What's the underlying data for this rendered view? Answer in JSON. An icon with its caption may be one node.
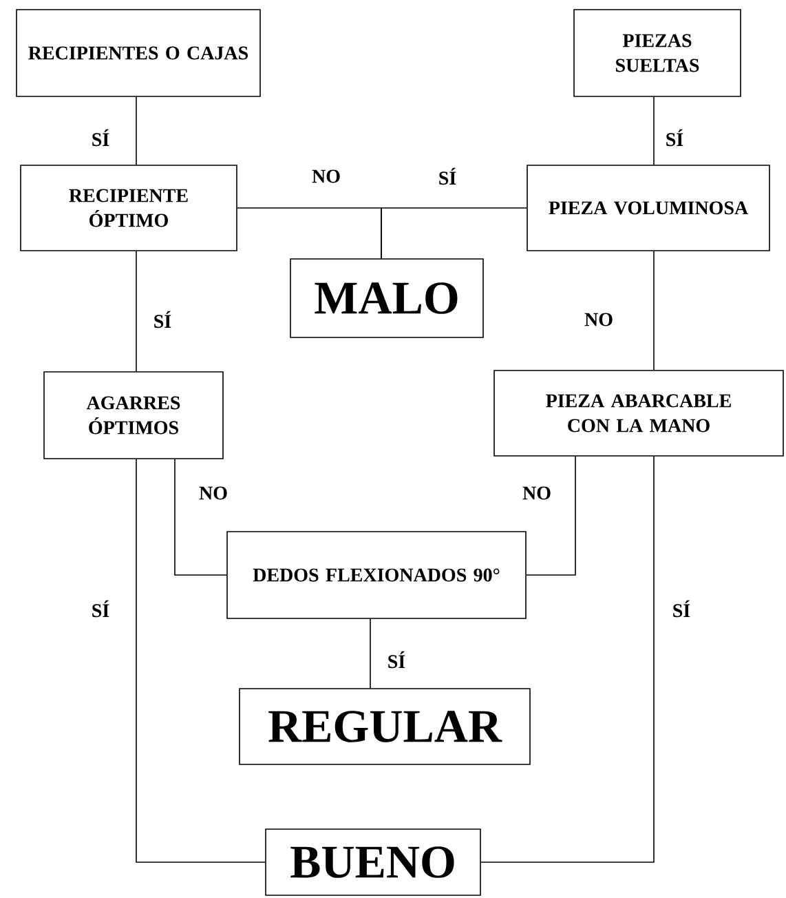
{
  "diagram": {
    "nodes": [
      {
        "text": [
          "RECIPIENTES O CAJAS"
        ]
      },
      {
        "text": [
          "PIEZAS SUELTAS"
        ]
      },
      {
        "text": [
          "RECIPIENTE ÓPTIMO"
        ]
      },
      {
        "text": [
          "PIEZA VOLUMINOSA"
        ]
      },
      {
        "text": [
          "MALO"
        ]
      },
      {
        "text": [
          "AGARRES ÓPTIMOS"
        ]
      },
      {
        "text": [
          "PIEZA ABARCABLE CON LA MANO"
        ]
      },
      {
        "text": [
          "DEDOS FLEXIONADOS 90°"
        ]
      },
      {
        "text": [
          "REGULAR"
        ]
      },
      {
        "text": [
          "BUENO"
        ]
      }
    ],
    "edges": [
      {
        "from": 0,
        "to": 2,
        "arrow": "none",
        "label": "SÍ"
      },
      {
        "from": 1,
        "to": 3,
        "arrow": "none",
        "label": "SÍ"
      },
      {
        "from": 2,
        "to": 4,
        "arrow": "none",
        "label": "NO"
      },
      {
        "from": 3,
        "to": 4,
        "arrow": "none",
        "label": "SÍ"
      },
      {
        "from": 2,
        "to": 5,
        "arrow": "none",
        "label": "SÍ"
      },
      {
        "from": 3,
        "to": 6,
        "arrow": "none",
        "label": "NO"
      },
      {
        "from": 5,
        "to": 7,
        "arrow": "none",
        "label": "NO"
      },
      {
        "from": 6,
        "to": 7,
        "arrow": "none",
        "label": "NO"
      },
      {
        "from": 7,
        "to": 8,
        "arrow": "none",
        "label": "SÍ"
      },
      {
        "from": 5,
        "to": 9,
        "arrow": "none",
        "label": "SÍ"
      },
      {
        "from": 6,
        "to": 9,
        "arrow": "none",
        "label": "SÍ"
      }
    ]
  }
}
